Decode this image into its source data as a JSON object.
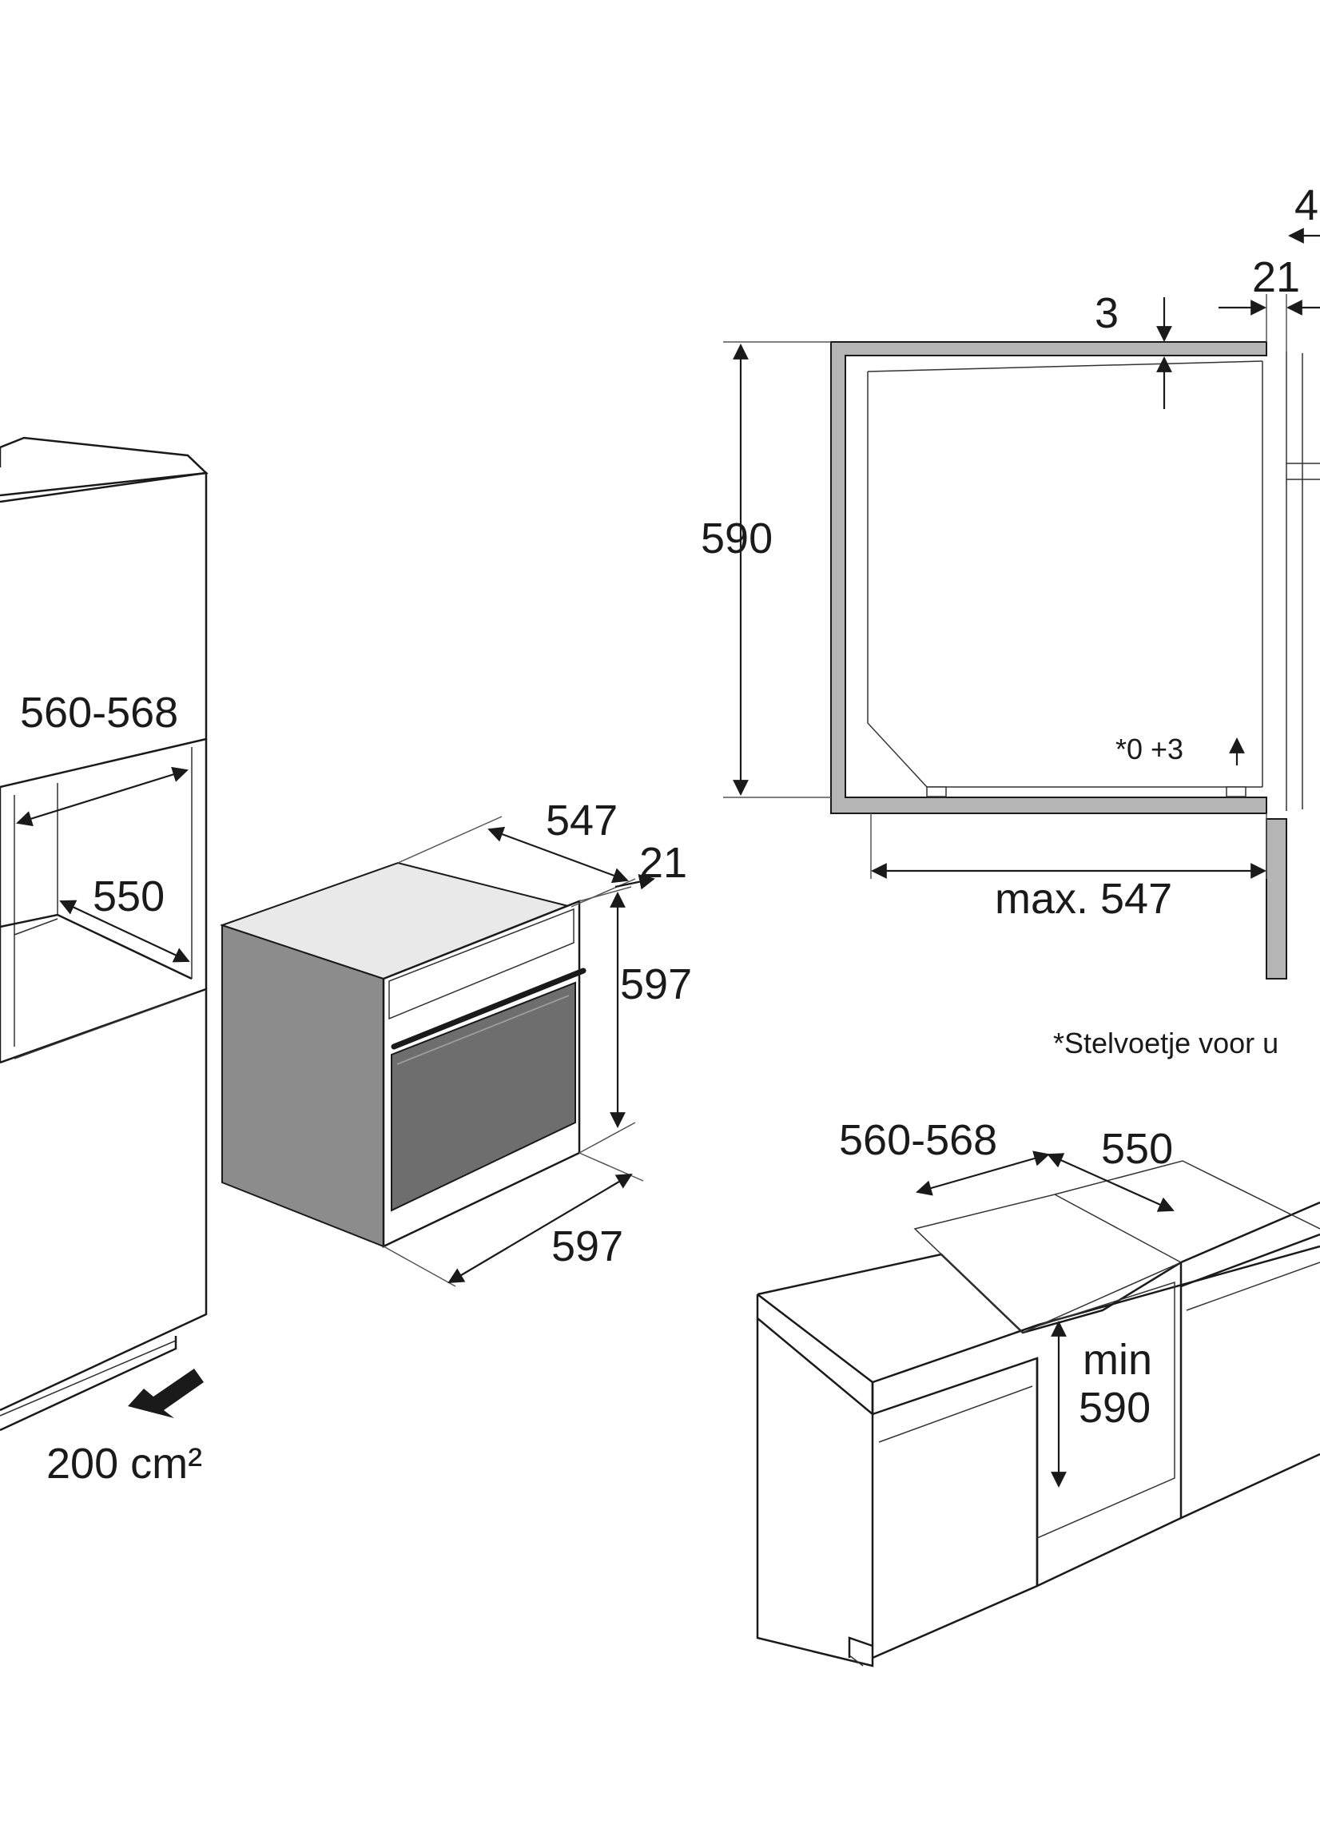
{
  "dimensions": {
    "tall_cabinet_width": "560-568",
    "tall_cabinet_depth": "550",
    "ventilation_area": "200 cm²",
    "oven_depth": "547",
    "oven_front_thickness": "21",
    "oven_height": "597",
    "oven_width": "597",
    "side_top_offset": "4",
    "side_front_thickness": "21",
    "side_top_gap": "3",
    "side_niche_height": "590",
    "side_foot_adjust": "*0 +3",
    "side_depth_max": "max. 547",
    "under_counter_width": "560-568",
    "under_counter_depth": "550",
    "under_counter_min_label": "min",
    "under_counter_height": "590"
  },
  "footnote": "*Stelvoetje voor u",
  "colors": {
    "line": "#1a1a1a",
    "oven_side_gray": "#8c8c8c",
    "oven_window_gray": "#6e6e6e",
    "cabinet_wall_gray": "#b5b5b5"
  }
}
